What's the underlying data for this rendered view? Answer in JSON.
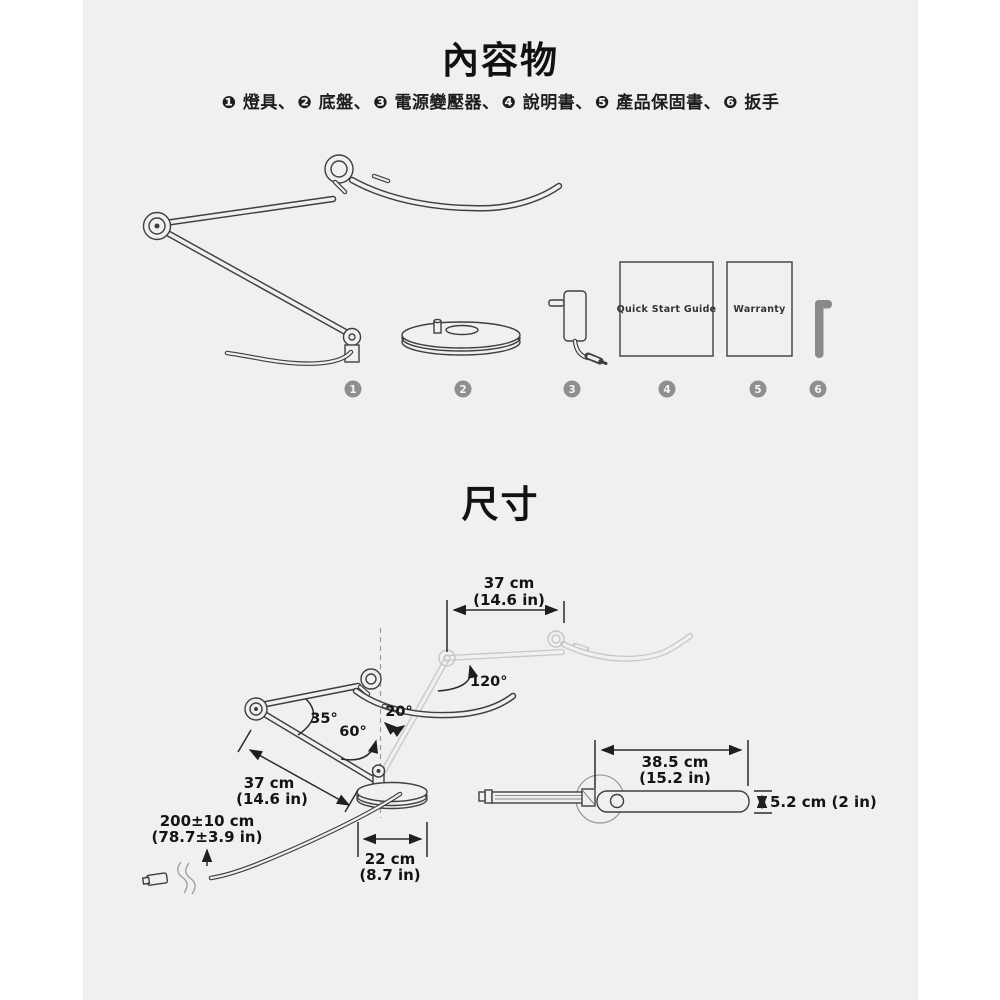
{
  "colors": {
    "panel_bg": "#f0f0ef",
    "page_bg": "#ffffff",
    "line_dark": "#3f3f3f",
    "line_ghost": "#c7c7c7",
    "badge_fill": "#8f8f8f",
    "text": "#111111"
  },
  "contents": {
    "title": "內容物",
    "items_display": [
      "❶ 燈具、",
      "❷ 底盤、",
      "❸ 電源變壓器、",
      "❹ 說明書、",
      "❺ 產品保固書、",
      "❻ 扳手"
    ],
    "items": [
      {
        "number": "1",
        "label": "燈具"
      },
      {
        "number": "2",
        "label": "底盤"
      },
      {
        "number": "3",
        "label": "電源變壓器"
      },
      {
        "number": "4",
        "label": "說明書"
      },
      {
        "number": "5",
        "label": "產品保固書"
      },
      {
        "number": "6",
        "label": "扳手"
      }
    ],
    "quick_start_guide_label": "Quick Start Guide",
    "warranty_label": "Warranty",
    "badges": [
      "1",
      "2",
      "3",
      "4",
      "5",
      "6"
    ]
  },
  "dimensions": {
    "title": "尺寸",
    "upper_arm_length": {
      "cm": "37 cm",
      "in": "(14.6 in)"
    },
    "angle_120": "120°",
    "angle_35": "35°",
    "angle_60": "60°",
    "angle_20": "20°",
    "lower_arm_length": {
      "cm": "37 cm",
      "in": "(14.6 in)"
    },
    "cable_length": {
      "cm": "200±10 cm",
      "in": "(78.7±3.9 in)"
    },
    "base_diameter": {
      "cm": "22 cm",
      "in": "(8.7 in)"
    },
    "head_length": {
      "cm": "38.5 cm",
      "in": "(15.2 in)"
    },
    "head_thickness": "5.2 cm (2 in)"
  }
}
